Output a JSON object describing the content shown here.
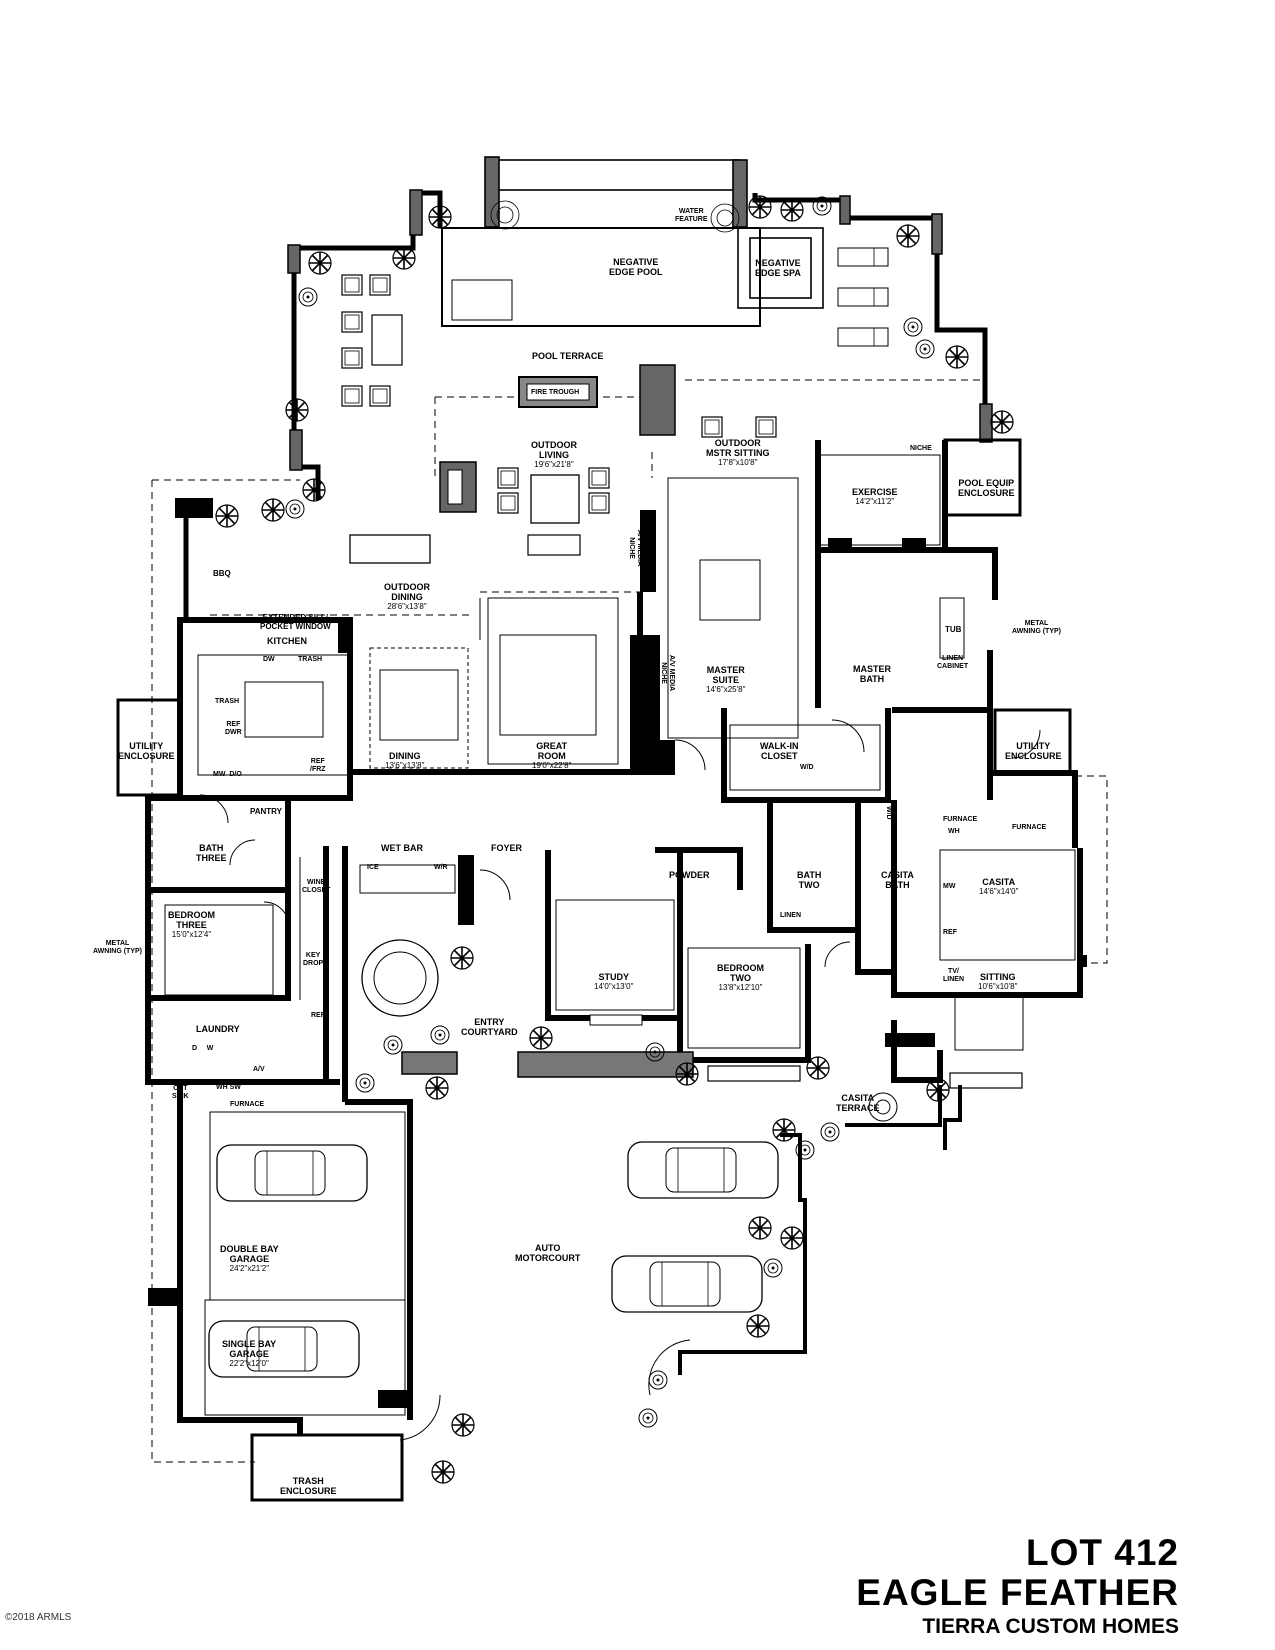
{
  "title": {
    "lot": "LOT 412",
    "plan": "EAGLE FEATHER",
    "builder": "TIERRA CUSTOM HOMES"
  },
  "watermark": "©2018 ARMLS",
  "rooms": {
    "pool": {
      "name": "NEGATIVE\nEDGE POOL"
    },
    "spa": {
      "name": "NEGATIVE\nEDGE SPA"
    },
    "water_feature": {
      "name": "WATER\nFEATURE"
    },
    "pool_terrace": {
      "name": "POOL TERRACE"
    },
    "fire_trough": {
      "name": "FIRE TROUGH"
    },
    "outdoor_living": {
      "name": "OUTDOOR\nLIVING",
      "dims": "19'6\"x21'8\""
    },
    "outdoor_mstr_sitting": {
      "name": "OUTDOOR\nMSTR SITTING",
      "dims": "17'8\"x10'8\""
    },
    "exercise": {
      "name": "EXERCISE",
      "dims": "14'2\"x11'2\""
    },
    "niche": {
      "name": "NICHE"
    },
    "pool_equip": {
      "name": "POOL EQUIP\nENCLOSURE"
    },
    "bbq": {
      "name": "BBQ"
    },
    "outdoor_dining": {
      "name": "OUTDOOR\nDINING",
      "dims": "28'6\"x13'8\""
    },
    "av_media_niche_1": {
      "name": "A/V MEDIA\nNICHE"
    },
    "av_media_niche_2": {
      "name": "A/V MEDIA\nNICHE"
    },
    "extended_sill": {
      "name": "EXTENDED SILL/\nPOCKET WINDOW"
    },
    "kitchen": {
      "name": "KITCHEN"
    },
    "dw": {
      "name": "DW"
    },
    "trash_1": {
      "name": "TRASH"
    },
    "trash_2": {
      "name": "TRASH"
    },
    "ref_dwr": {
      "name": "REF\nDWR"
    },
    "mw_dw": {
      "name": "MW  D/O"
    },
    "ref_frz": {
      "name": "REF\n/FRZ"
    },
    "dining": {
      "name": "DINING",
      "dims": "13'6\"x13'8\""
    },
    "great_room": {
      "name": "GREAT\nROOM",
      "dims": "19'0\"x22'8\""
    },
    "master_suite": {
      "name": "MASTER\nSUITE",
      "dims": "14'6\"x25'8\""
    },
    "tub": {
      "name": "TUB"
    },
    "linen_cabinet": {
      "name": "LINEN\nCABINET"
    },
    "master_bath": {
      "name": "MASTER\nBATH"
    },
    "metal_awning_1": {
      "name": "METAL\nAWNING (TYP)"
    },
    "metal_awning_2": {
      "name": "METAL\nAWNING (TYP)"
    },
    "utility_enclosure_1": {
      "name": "UTILITY\nENCLOSURE"
    },
    "utility_enclosure_2": {
      "name": "UTILITY\nENCLOSURE"
    },
    "walk_in_closet": {
      "name": "WALK-IN\nCLOSET"
    },
    "wd_1": {
      "name": "W/D"
    },
    "wd_2": {
      "name": "W/D"
    },
    "pantry": {
      "name": "PANTRY"
    },
    "bath_three": {
      "name": "BATH\nTHREE"
    },
    "wet_bar": {
      "name": "WET BAR"
    },
    "ice": {
      "name": "ICE"
    },
    "wr": {
      "name": "W/R"
    },
    "foyer": {
      "name": "FOYER"
    },
    "wine_closet": {
      "name": "WINE\nCLOSET"
    },
    "powder": {
      "name": "POWDER"
    },
    "bath_two": {
      "name": "BATH\nTWO"
    },
    "casita_bath": {
      "name": "CASITA\nBATH"
    },
    "furnace_1": {
      "name": "FURNACE"
    },
    "furnace_2": {
      "name": "FURNACE"
    },
    "furnace_3": {
      "name": "FURNACE"
    },
    "wh_1": {
      "name": "WH"
    },
    "wh_sw": {
      "name": "WH SW"
    },
    "mw": {
      "name": "MW"
    },
    "casita": {
      "name": "CASITA",
      "dims": "14'6\"x14'0\""
    },
    "ref": {
      "name": "REF"
    },
    "tv_linen": {
      "name": "TV/\nLINEN"
    },
    "linen": {
      "name": "LINEN"
    },
    "bedroom_three": {
      "name": "BEDROOM\nTHREE",
      "dims": "15'0\"x12'4\""
    },
    "key_drop": {
      "name": "KEY\nDROP"
    },
    "ref_2": {
      "name": "REF"
    },
    "study": {
      "name": "STUDY",
      "dims": "14'0\"x13'0\""
    },
    "bedroom_two": {
      "name": "BEDROOM\nTWO",
      "dims": "13'8\"x12'10\""
    },
    "sitting": {
      "name": "SITTING",
      "dims": "10'6\"x10'8\""
    },
    "laundry": {
      "name": "LAUNDRY"
    },
    "d_w": {
      "name": "D     W"
    },
    "entry_courtyard": {
      "name": "ENTRY\nCOURTYARD"
    },
    "av": {
      "name": "A/V"
    },
    "opt_sink": {
      "name": "OPT\nSINK"
    },
    "casita_terrace": {
      "name": "CASITA\nTERRACE"
    },
    "double_bay_garage": {
      "name": "DOUBLE BAY\nGARAGE",
      "dims": "24'2\"x21'2\""
    },
    "auto_motorcourt": {
      "name": "AUTO\nMOTORCOURT"
    },
    "single_bay_garage": {
      "name": "SINGLE BAY\nGARAGE",
      "dims": "22'2\"x12'0\""
    },
    "trash_enclosure": {
      "name": "TRASH\nENCLOSURE"
    }
  }
}
